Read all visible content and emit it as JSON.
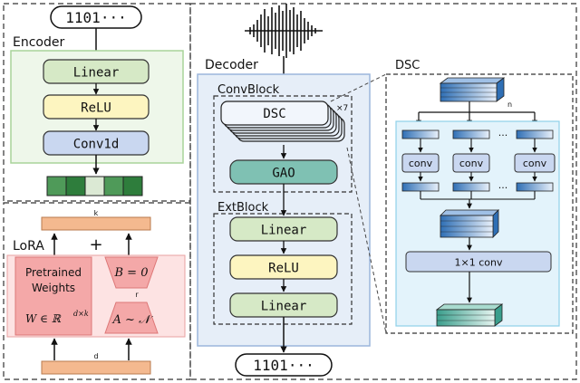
{
  "bits_top": "1101···",
  "bits_bottom": "1101···",
  "encoder": {
    "title": "Encoder",
    "linear": "Linear",
    "relu": "ReLU",
    "conv": "Conv1d"
  },
  "lora": {
    "title": "LoRA",
    "k": "k",
    "plus": "+",
    "pretrained_line1": "Pretrained",
    "pretrained_line2": "Weights",
    "w_formula": "W ∈ ℝ",
    "w_sup": "d×k",
    "b_formula": "B = 0",
    "r": "r",
    "a_formula": "A ~ 𝒩",
    "d": "d"
  },
  "decoder": {
    "title": "Decoder",
    "convblock": "ConvBlock",
    "dsc": "DSC",
    "times": "×7",
    "gao": "GAO",
    "extblock": "ExtBlock",
    "linear1": "Linear",
    "relu": "ReLU",
    "linear2": "Linear"
  },
  "dsc_detail": {
    "title": "DSC",
    "n": "n",
    "conv1": "conv",
    "conv2": "conv",
    "conv3": "conv",
    "dots": "···",
    "pointwise": "1×1 conv"
  },
  "colors": {
    "green_fill": "#d6e9c6",
    "yellow_fill": "#fdf5c0",
    "blue_fill": "#c9d7f0",
    "teal_fill": "#7fc1b3",
    "salmon_fill": "#f4b98f",
    "lora_bg": "#fde3e3",
    "encoder_bg": "#eef7ea",
    "decoder_bg": "#e6eef8"
  }
}
